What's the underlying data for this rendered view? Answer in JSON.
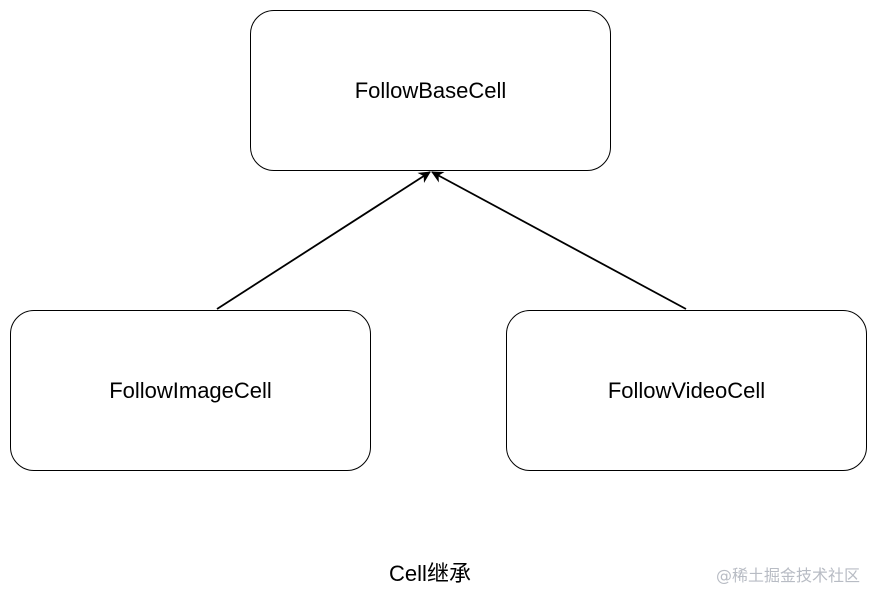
{
  "diagram": {
    "nodes": {
      "base": {
        "label": "FollowBaseCell"
      },
      "image": {
        "label": "FollowImageCell"
      },
      "video": {
        "label": "FollowVideoCell"
      }
    },
    "edges": [
      {
        "from": "image",
        "to": "base",
        "arrow": "classic"
      },
      {
        "from": "video",
        "to": "base",
        "arrow": "classic"
      }
    ],
    "caption": "Cell继承",
    "watermark": "@稀土掘金技术社区",
    "colors": {
      "stroke": "#000000",
      "background": "#ffffff",
      "watermark": "#b8bcc4"
    }
  }
}
